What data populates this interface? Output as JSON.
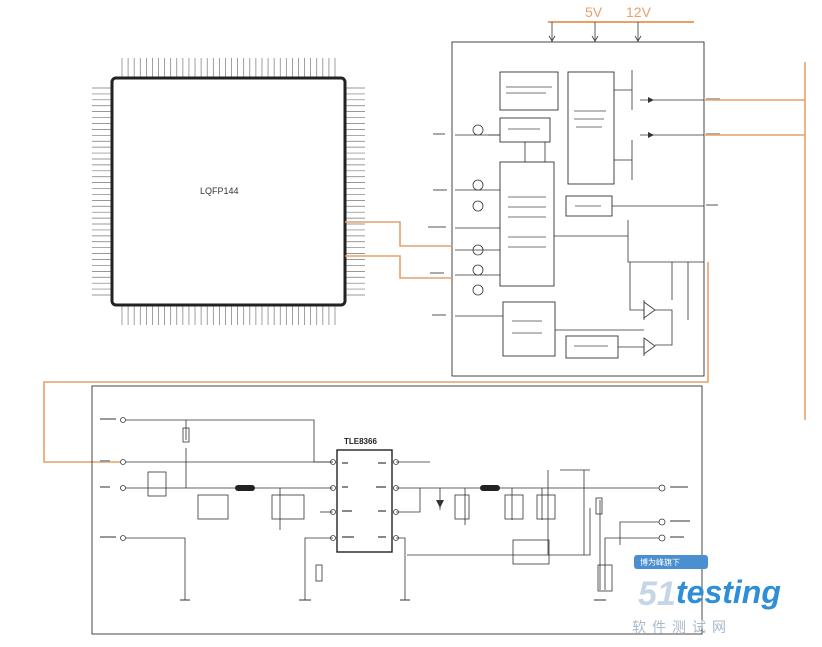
{
  "voltage_labels": [
    "5V",
    "12V"
  ],
  "mcu": {
    "label": "LQFP144"
  },
  "pmic": {
    "label": "TLE8366"
  },
  "watermark": {
    "badge": "博为峰旗下",
    "brand_num": "51",
    "brand_word": "testing",
    "sub": "软件测试网"
  },
  "colors": {
    "orange": "#e8a06a",
    "line": "#333333",
    "blue": "#2e8fd8"
  }
}
